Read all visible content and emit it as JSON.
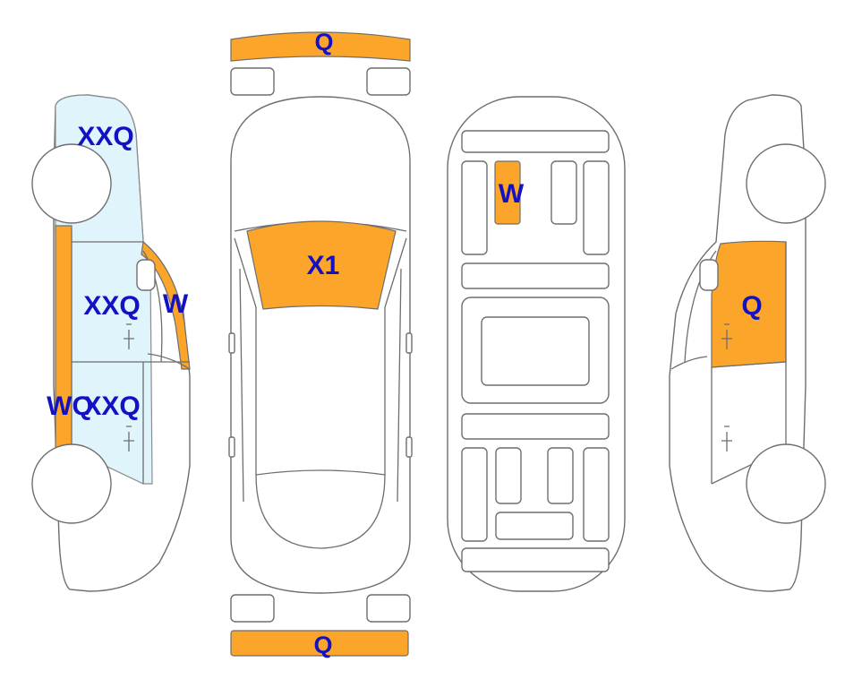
{
  "colors": {
    "damage_fill": "#fba52a",
    "tint_fill": "#dff4fb",
    "outline": "#6e6e6e",
    "label": "#1212c4"
  },
  "labels": {
    "front_bumper": "Q",
    "rear_bumper": "Q",
    "windshield": "X1",
    "roof_panel": "W",
    "left_upper": "XXQ",
    "left_middle": "XXQ",
    "left_pillar": "W",
    "left_lower_w": "WQ",
    "left_lower_x": "XXQ",
    "right_door": "Q"
  }
}
